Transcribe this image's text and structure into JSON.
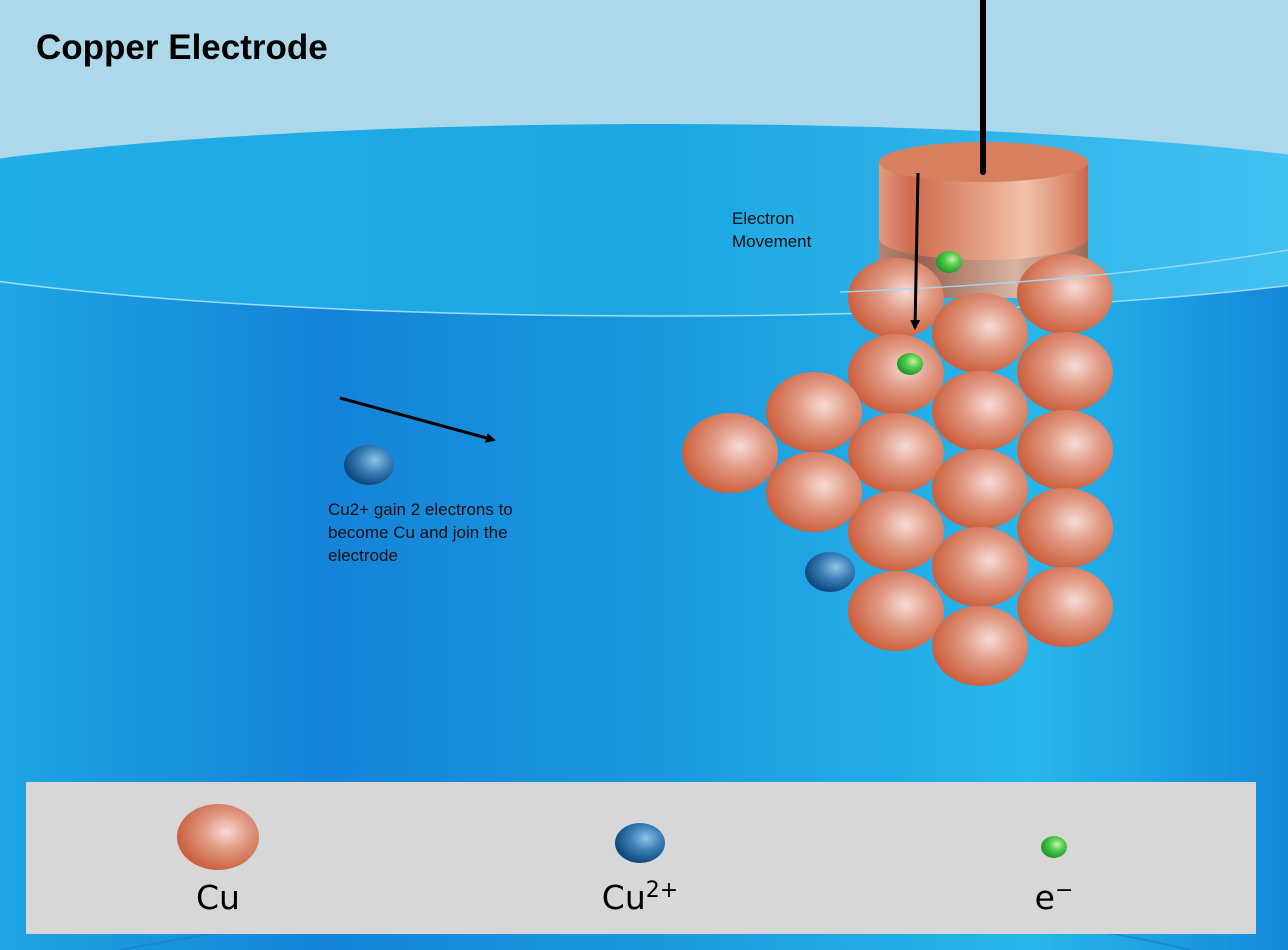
{
  "title": "Copper Electrode",
  "annotations": {
    "electron_movement": "Electron Movement",
    "ion_gain": "Cu2+ gain 2 electrons to become Cu and join the electrode"
  },
  "legend": {
    "items": [
      {
        "symbol": "Cu",
        "superscript": "",
        "particle": "copper-atom"
      },
      {
        "symbol": "Cu",
        "superscript": "2+",
        "particle": "copper-ion"
      },
      {
        "symbol": "e",
        "superscript": "−",
        "particle": "electron"
      }
    ]
  },
  "colors": {
    "sky": "#add8ea",
    "water_surface": "#1eaee8",
    "water_body": "#1a95dc",
    "copper": "#d8735a",
    "copper_ion": "#1d5f96",
    "electron": "#3cc040",
    "legend_bg": "#d7d7d7"
  },
  "particles": {
    "copper_atoms_in_cluster": 18,
    "copper_ions": 2,
    "electrons": 2
  }
}
